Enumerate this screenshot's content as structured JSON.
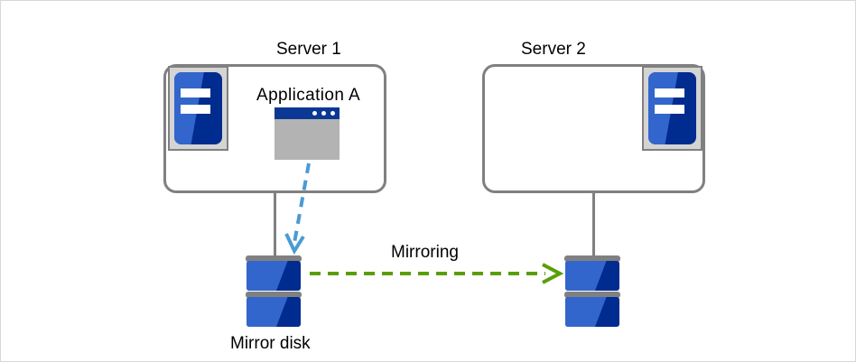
{
  "diagram": {
    "title_server1": "Server 1",
    "title_server2": "Server 2",
    "application_label": "Application  A",
    "mirroring_label": "Mirroring",
    "mirror_disk_label": "Mirror disk"
  },
  "icons": {
    "server1_icon": "server-machine-icon",
    "server2_icon": "server-machine-icon",
    "app_window_icon": "application-window-icon",
    "disk1_icon": "disk-stack-icon",
    "disk2_icon": "disk-stack-icon",
    "write_arrow": "dashed-down-arrow-icon",
    "mirroring_arrow": "dashed-right-arrow-icon"
  },
  "colors": {
    "server_outline": "#808080",
    "icon_blue_light": "#3366cc",
    "icon_blue_dark": "#002b8f",
    "titlebar_blue": "#0a3894",
    "window_body_gray": "#b3b3b3",
    "icon_frame_gray": "#d4d4d4",
    "write_arrow_blue": "#4a9bd4",
    "mirroring_arrow_green": "#5a9e0a",
    "text": "#000000",
    "canvas_border": "#d8d8d8"
  }
}
